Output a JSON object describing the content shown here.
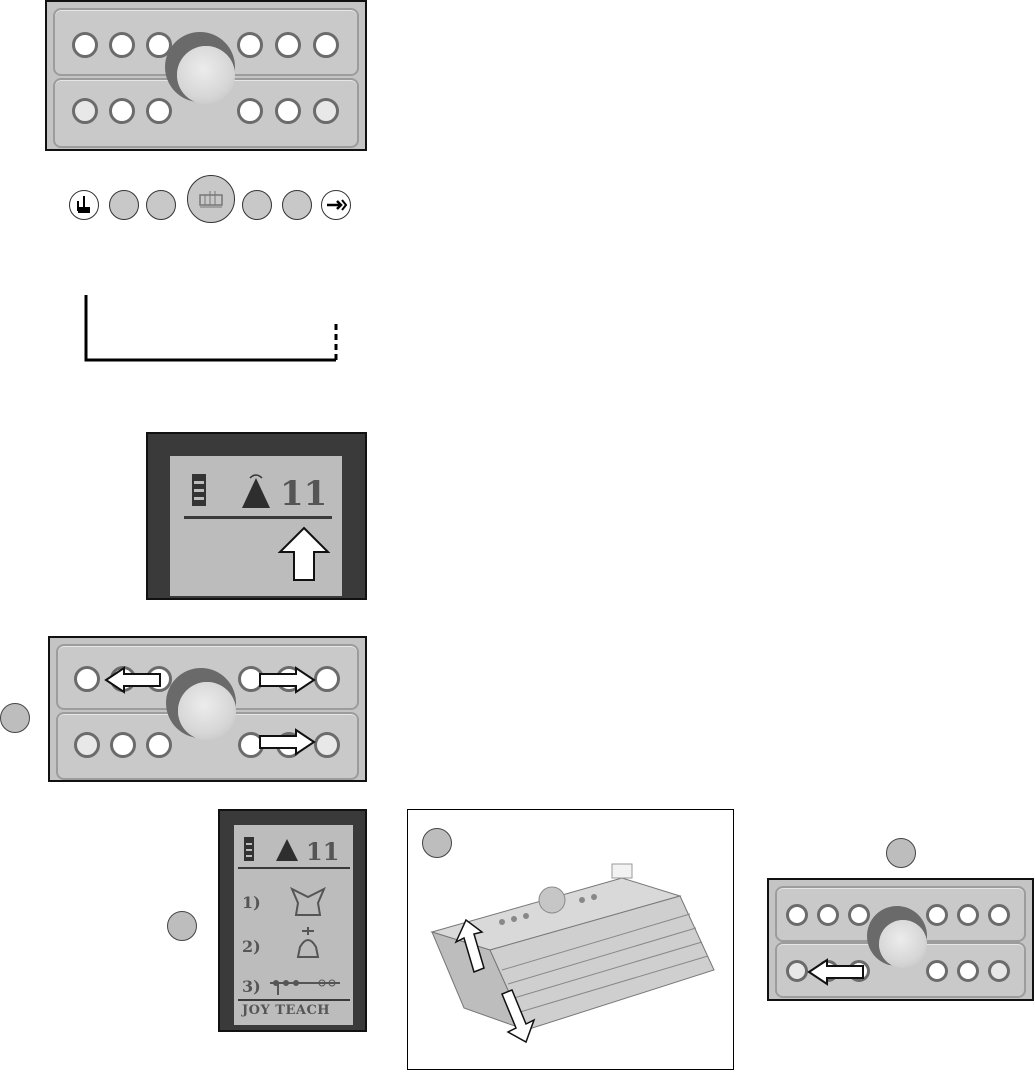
{
  "display1": {
    "signal_value": "11"
  },
  "display2": {
    "signal_value": "11",
    "menu": [
      {
        "number": "1)"
      },
      {
        "number": "2)"
      },
      {
        "number": "3)"
      }
    ],
    "footer": "JOY TEACH"
  },
  "icons": {
    "keypad_symbols": [
      "hand-icon",
      "abb-logo-icon",
      "arrow-right-icon"
    ],
    "display": [
      "battery-icon",
      "antenna-icon",
      "arrow-up-icon"
    ]
  },
  "colors": {
    "panel": "#c4c4c4",
    "button_ring": "#6b6b6b",
    "lcd_screen": "#bcbcbc"
  }
}
